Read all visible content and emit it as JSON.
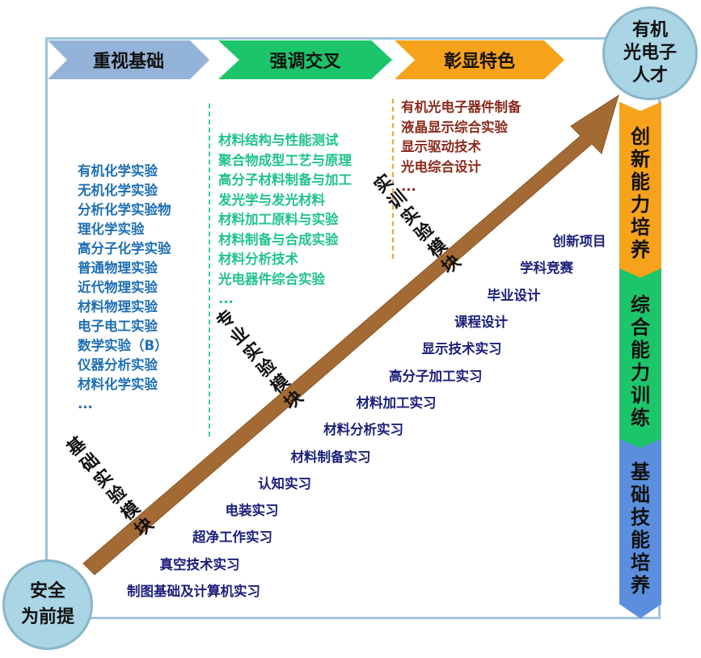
{
  "header": {
    "step1": "重视基础",
    "step2": "强调交叉",
    "step3": "彰显特色"
  },
  "talent_goal": "有机光电子人才",
  "talent_goal_lines": [
    "有机",
    "光电子",
    "人才"
  ],
  "safety": "安全为前提",
  "safety_lines": [
    "安全",
    "为前提"
  ],
  "basic_courses": [
    "有机化学实验",
    "无机化学实验",
    "分析化学实验物",
    "理化学实验",
    "高分子化学实验",
    "普通物理实验",
    "近代物理实验",
    "材料物理实验",
    "电子电工实验",
    "数学实验（B）",
    "仪器分析实验",
    "材料化学实验",
    "..."
  ],
  "cross_courses": [
    "材料结构与性能测试",
    "聚合物成型工艺与原理",
    "高分子材料制备与加工",
    "发光学与发光材料",
    "材料加工原料与实验",
    "材料制备与合成实验",
    "材料分析技术",
    "光电器件综合实验",
    "..."
  ],
  "feature_courses": [
    "有机光电子器件制备",
    "液晶显示综合实验",
    "显示驱动技术",
    "光电综合设计",
    "..."
  ],
  "practice_items": [
    "制图基础及计算机实习",
    "真空技术实习",
    "超净工作实习",
    "电装实习",
    "认知实习",
    "材料制备实习",
    "材料分析实习",
    "材料加工实习",
    "高分子加工实习",
    "显示技术实习",
    "课程设计",
    "毕业设计",
    "学科竞赛",
    "创新项目"
  ],
  "arrow_modules": {
    "basic": "基础实验模块",
    "professional": "专业实验模块",
    "training": "实训实验模块"
  },
  "side_stages": {
    "innovation": "创新能力培养",
    "comprehensive": "综合能力训练",
    "basic_skill": "基础技能培养"
  },
  "colors": {
    "blue": "#93b3d8",
    "green": "#1dc56a",
    "orange": "#f6a21a",
    "arrow": "#a36a33"
  }
}
